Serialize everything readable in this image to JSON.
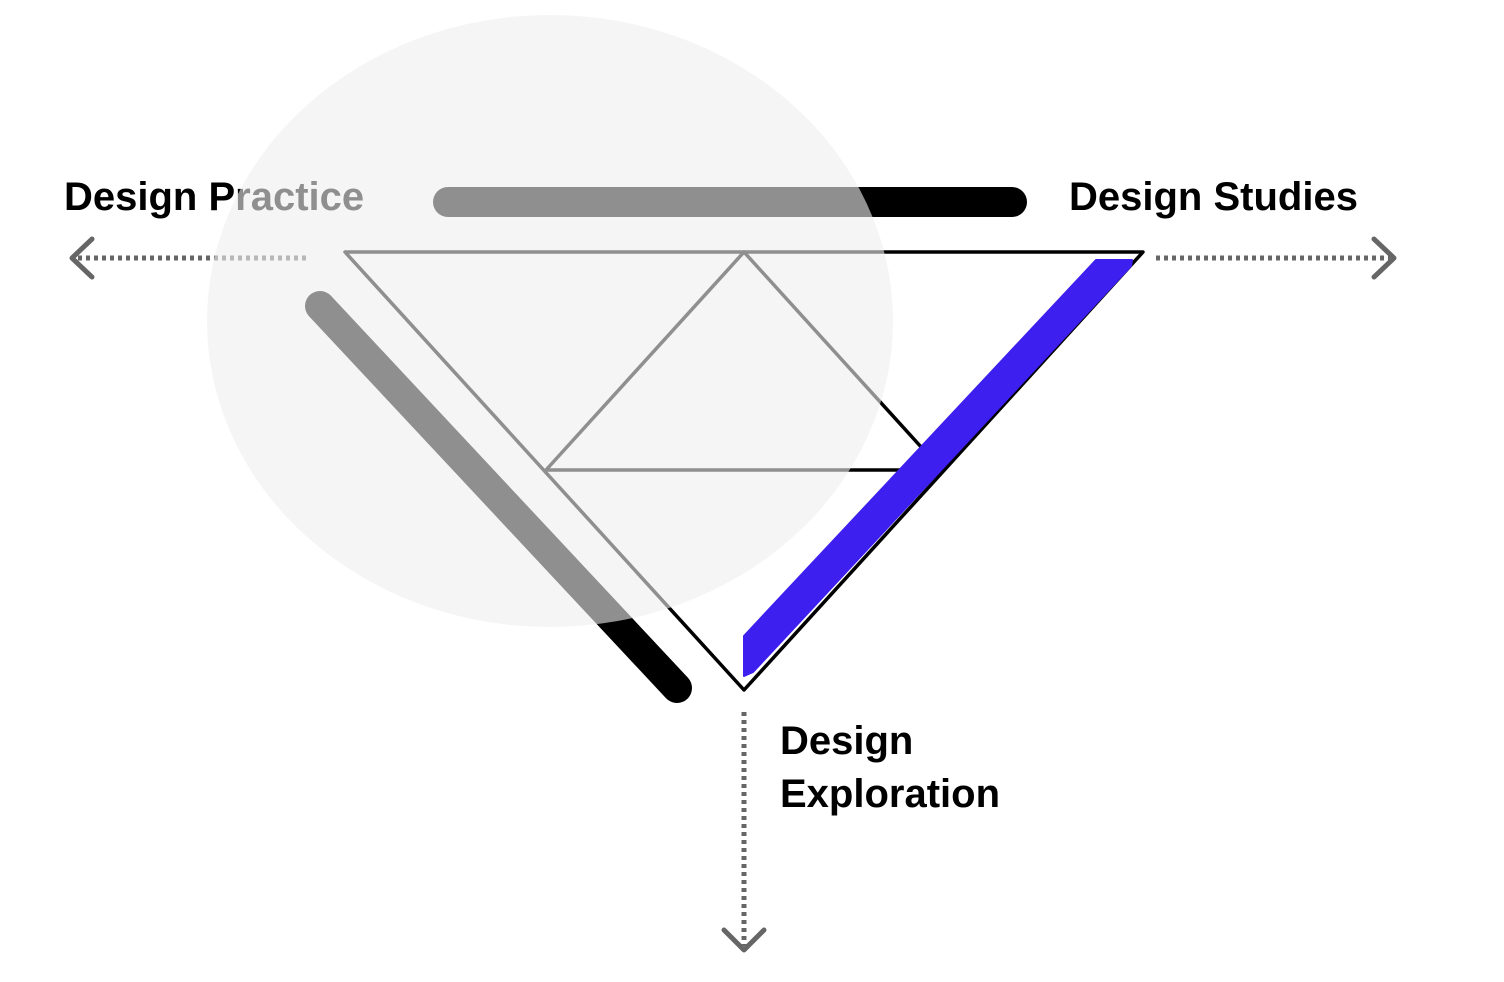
{
  "labels": {
    "practice": "Design Practice",
    "studies": "Design Studies",
    "exploration_line1": "Design",
    "exploration_line2": "Exploration"
  },
  "colors": {
    "accent": "#3d1ff0",
    "bar": "#000000",
    "outline": "#000000",
    "arrow": "#666666",
    "circle": "#eeeeee"
  },
  "icons": {
    "left_arrow": "arrow-left-icon",
    "right_arrow": "arrow-right-icon",
    "down_arrow": "arrow-down-icon"
  }
}
